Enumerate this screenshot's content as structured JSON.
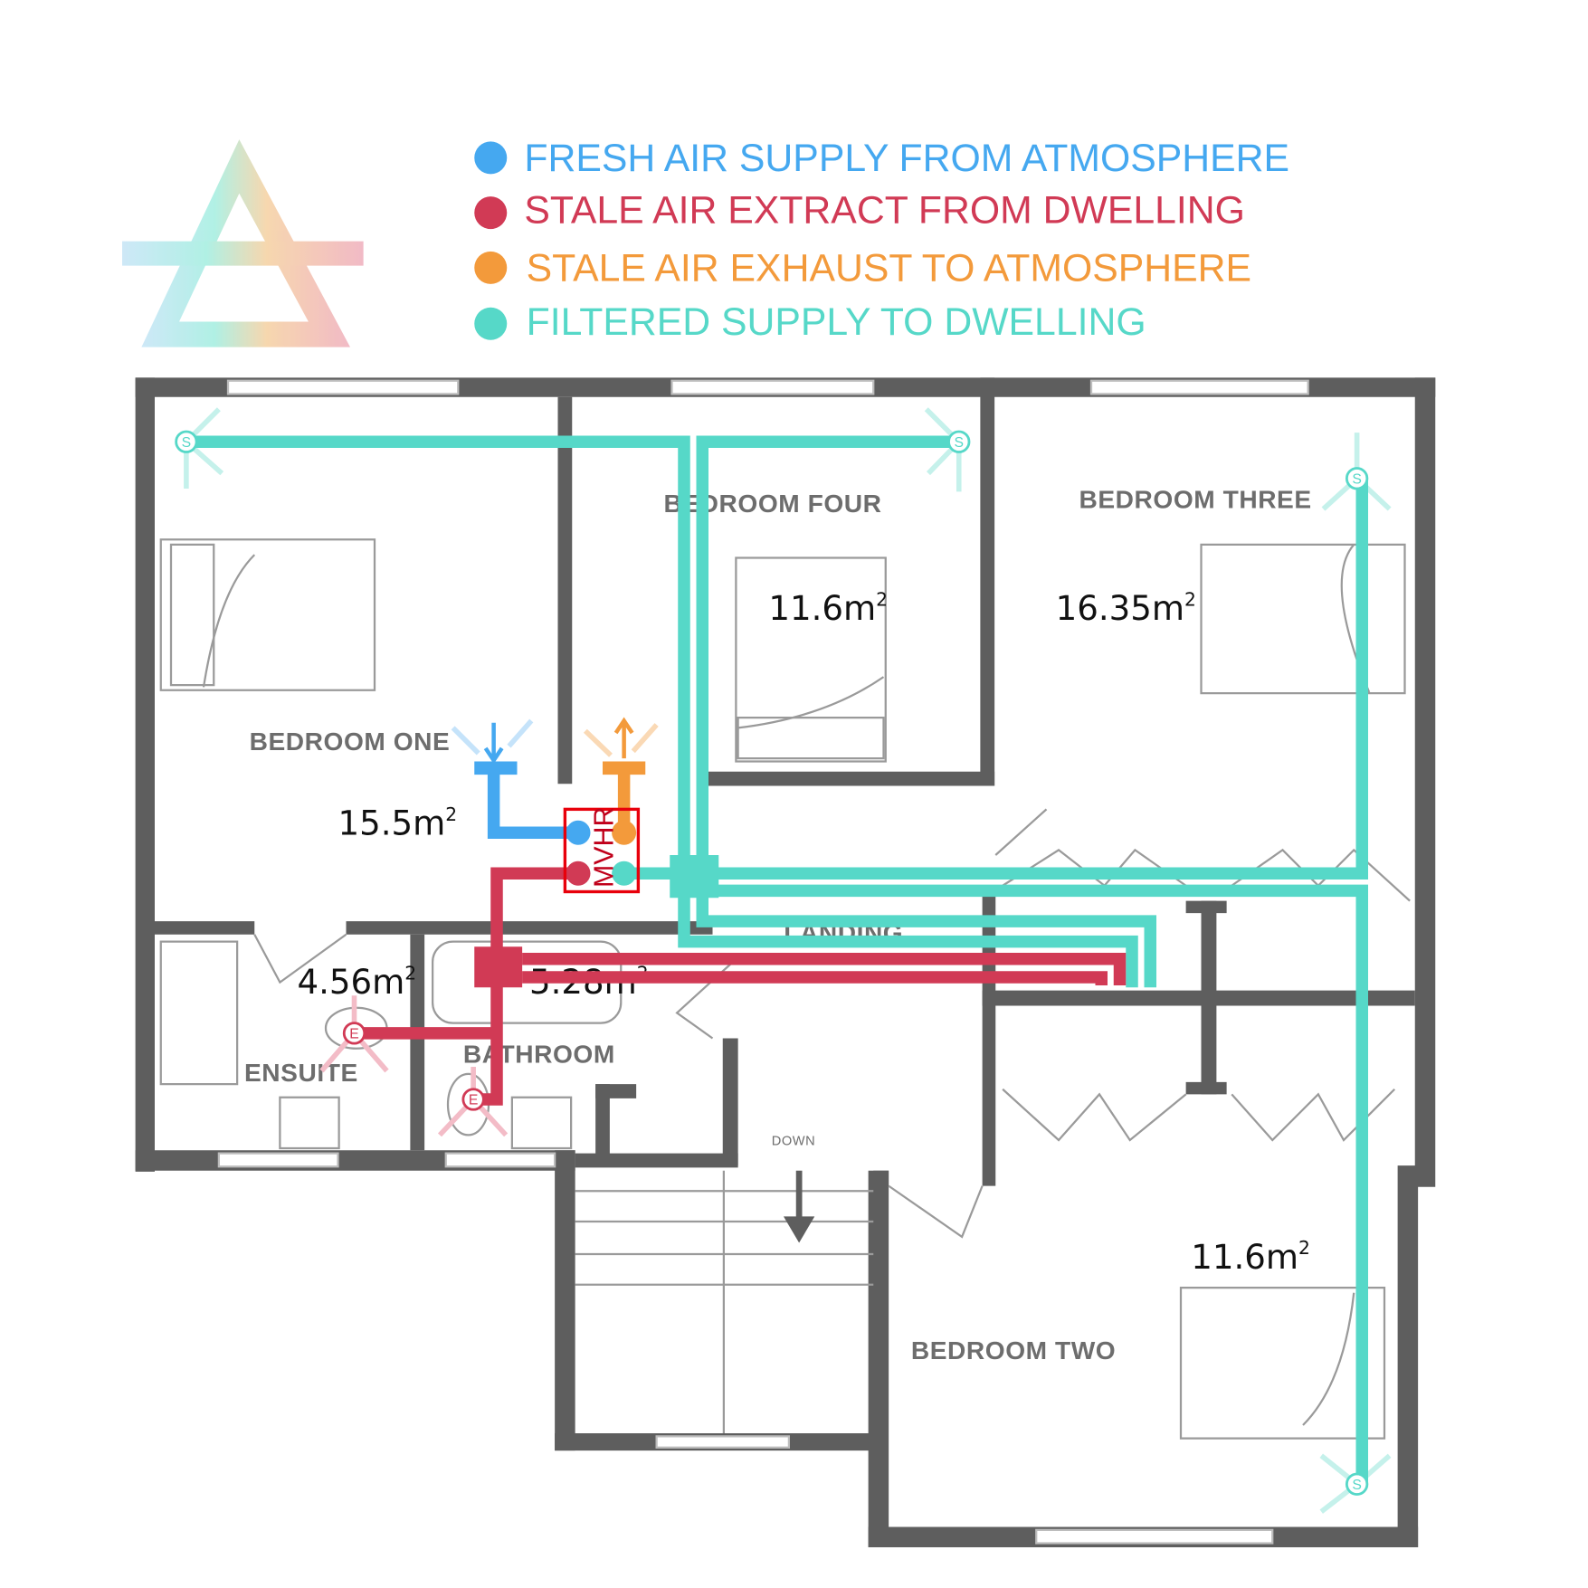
{
  "colors": {
    "fresh": "#45a8f0",
    "extract": "#d13a55",
    "exhaust": "#f39a3b",
    "filtered": "#56d8c8",
    "wall": "#5e5e5e",
    "mvhr": "#e8000b"
  },
  "legend": [
    {
      "label": "FRESH AIR SUPPLY FROM ATMOSPHERE",
      "color": "#45a8f0"
    },
    {
      "label": "STALE AIR EXTRACT FROM DWELLING",
      "color": "#d13a55"
    },
    {
      "label": "STALE AIR EXHAUST TO ATMOSPHERE",
      "color": "#f39a3b"
    },
    {
      "label": "FILTERED SUPPLY TO DWELLING",
      "color": "#56d8c8"
    }
  ],
  "rooms": {
    "bedroom_one": {
      "label": "BEDROOM ONE",
      "area": "15.5m",
      "sup": "2"
    },
    "bedroom_four": {
      "label": "BEDROOM FOUR",
      "area": "11.6m",
      "sup": "2"
    },
    "bedroom_three": {
      "label": "BEDROOM THREE",
      "area": "16.35m",
      "sup": "2"
    },
    "bedroom_two": {
      "label": "BEDROOM TWO",
      "area": "11.6m",
      "sup": "2"
    },
    "ensuite": {
      "label": "ENSUITE",
      "area": "4.56m",
      "sup": "2"
    },
    "bathroom": {
      "label": "BATHROOM",
      "area": "5.28m",
      "sup": "2"
    },
    "landing": {
      "label": "LANDING"
    }
  },
  "stairs_label": "DOWN",
  "mvhr_label": "MVHR",
  "supply_marker": "S",
  "extract_marker": "E"
}
